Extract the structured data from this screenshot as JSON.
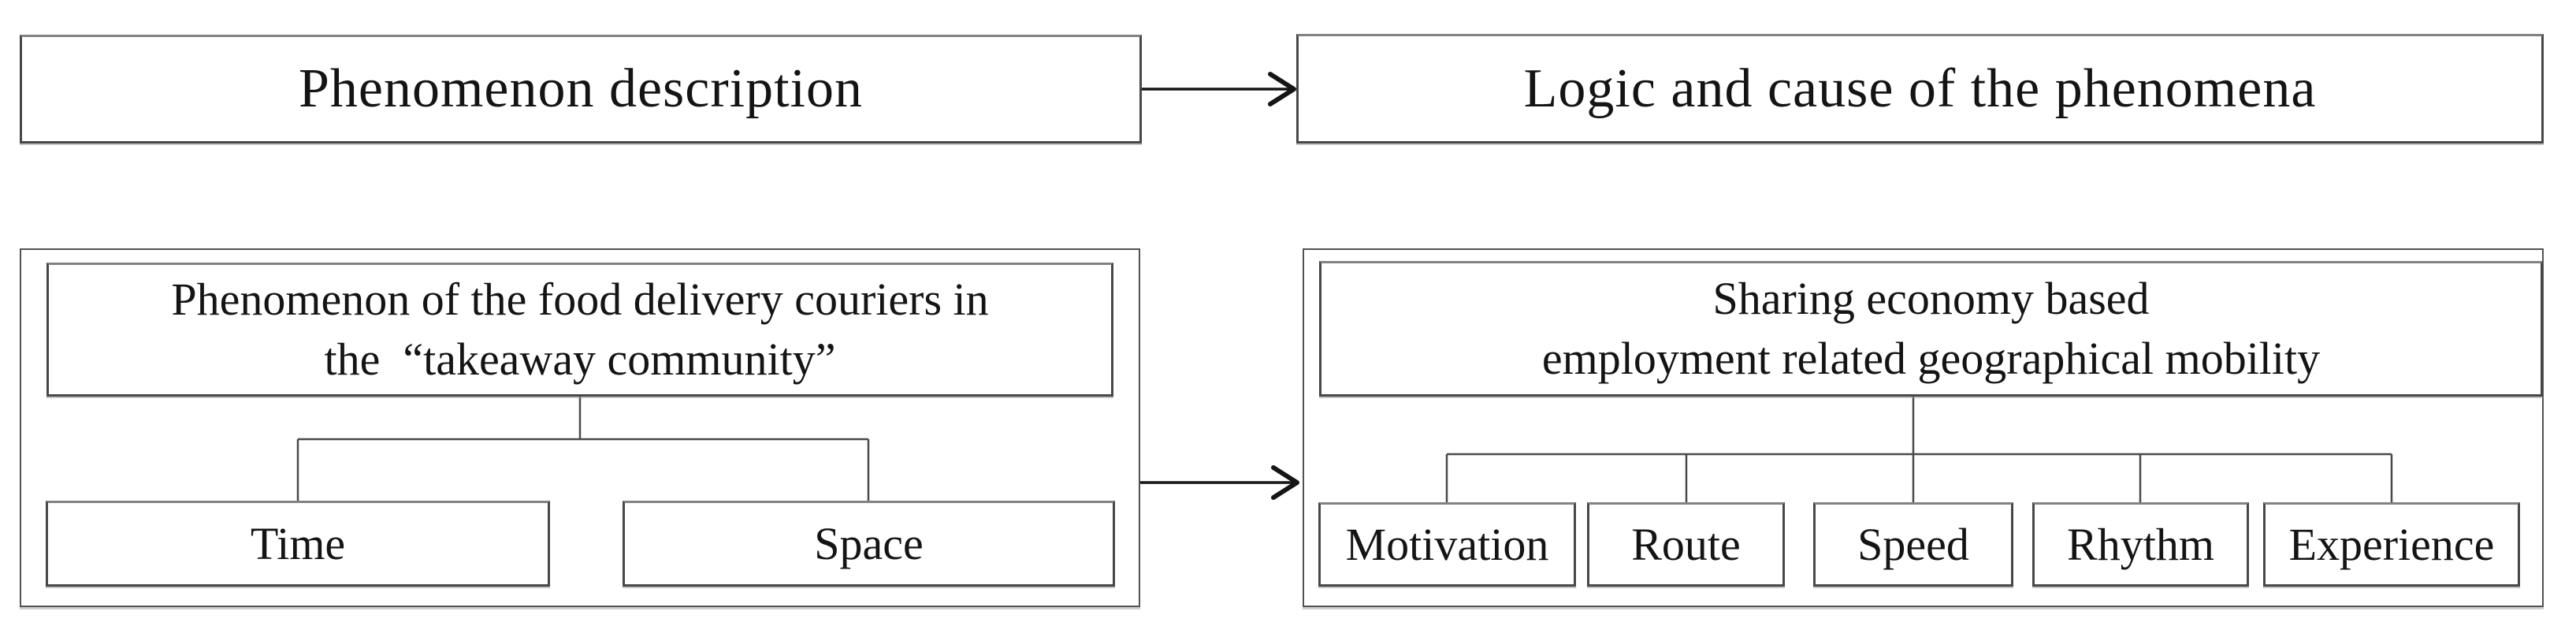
{
  "title_row": {
    "phenomenon_box_label": "Phenomenon description",
    "logic_box_label": "Logic and cause of the phenomena"
  },
  "left_group": {
    "header_line1": "Phenomenon of the food delivery couriers in",
    "header_line2": "the  “takeaway community”",
    "children": [
      {
        "label": "Time"
      },
      {
        "label": "Space"
      }
    ]
  },
  "right_group": {
    "header_line1": "Sharing economy based",
    "header_line2": "employment related geographical mobility",
    "children": [
      {
        "label": "Motivation"
      },
      {
        "label": "Route"
      },
      {
        "label": "Speed"
      },
      {
        "label": "Rhythm"
      },
      {
        "label": "Experience"
      }
    ]
  },
  "colors": {
    "background": "#ffffff",
    "box_border": "#474747",
    "box_border_top": "#828282",
    "group_border": "#525252",
    "connector": "#4a4a4a",
    "arrow": "#151515",
    "text": "#141414"
  }
}
